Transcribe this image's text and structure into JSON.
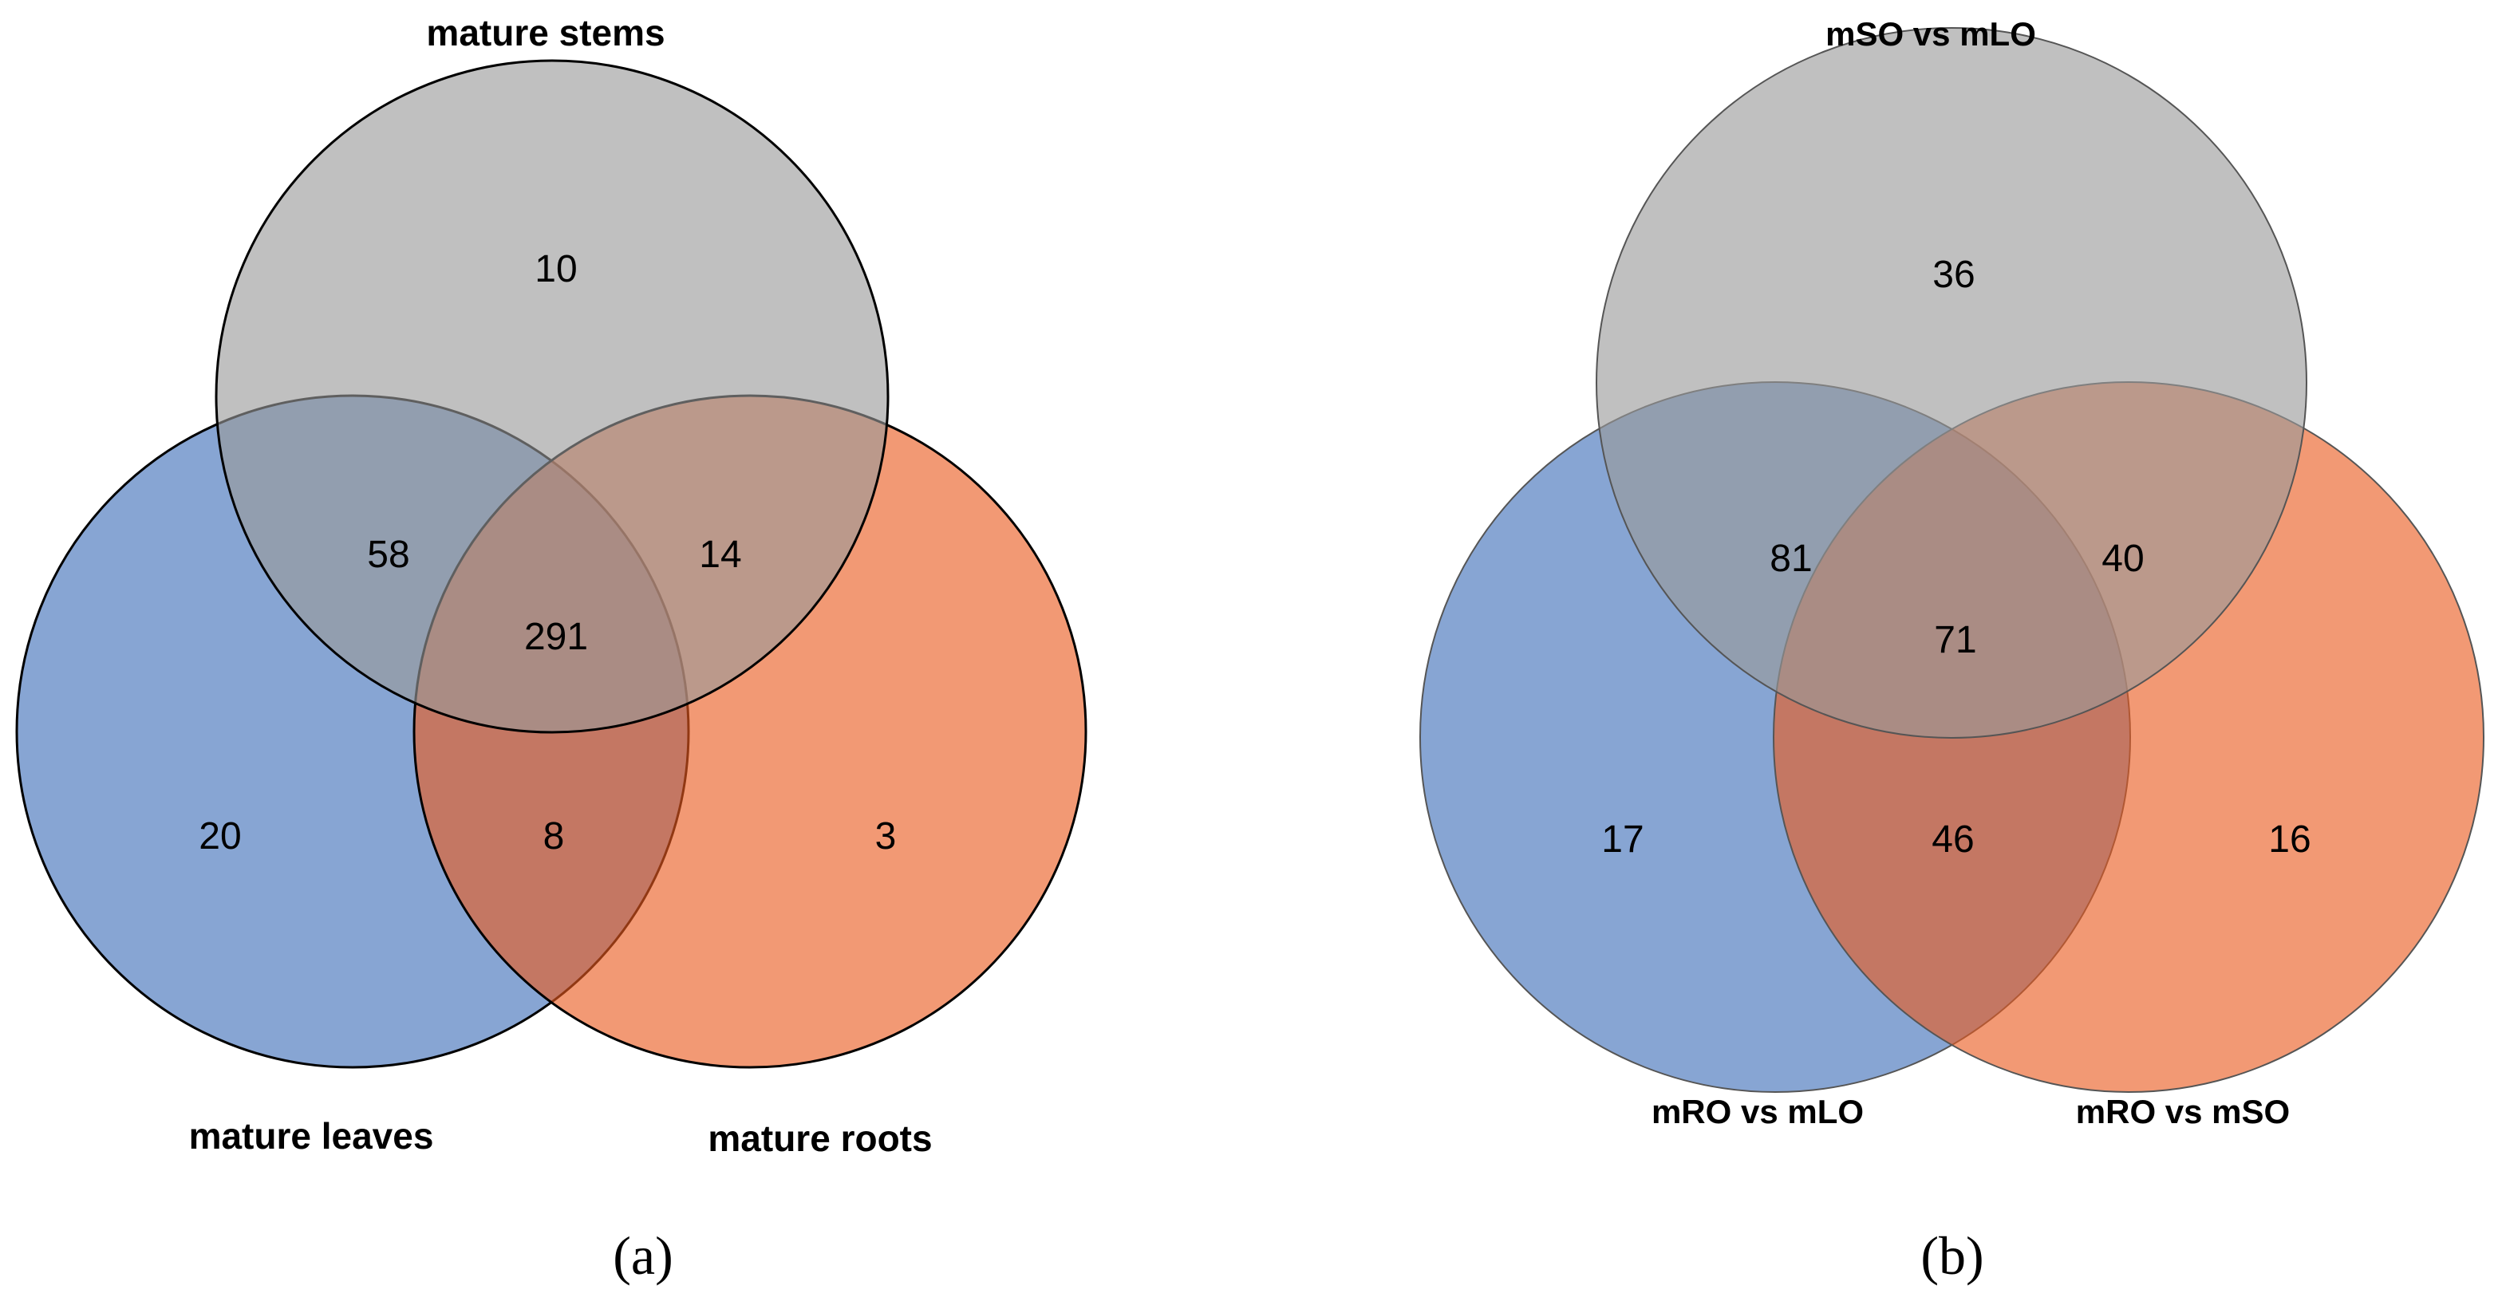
{
  "colors": {
    "set_top": "#999999",
    "set_left": "#3d6eb8",
    "set_right": "#ea5a1f",
    "set_opacity": 0.62
  },
  "panels": [
    {
      "caption": "(a)",
      "sets": {
        "top": "mature stems",
        "left": "mature leaves",
        "right": "mature roots"
      },
      "counts": {
        "top_only": "10",
        "left_only": "20",
        "right_only": "3",
        "top_left": "58",
        "top_right": "14",
        "left_right": "8",
        "all_three": "291"
      }
    },
    {
      "caption": "(b)",
      "sets": {
        "top": "mSO vs mLO",
        "left": "mRO vs mLO",
        "right": "mRO vs mSO"
      },
      "counts": {
        "top_only": "36",
        "left_only": "17",
        "right_only": "16",
        "top_left": "81",
        "top_right": "40",
        "left_right": "46",
        "all_three": "71"
      }
    }
  ]
}
